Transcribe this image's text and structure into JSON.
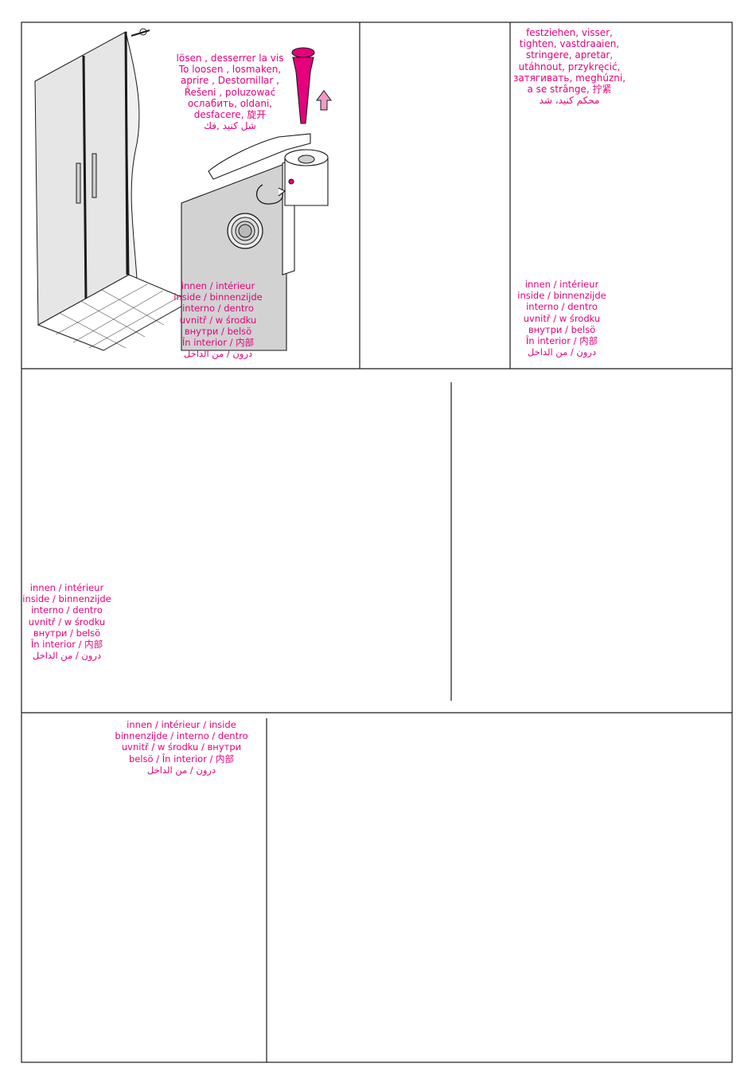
{
  "colors": {
    "magenta": "#e4007d",
    "light_magenta": "#f09cc8",
    "panel_gray": "#d2d2d2",
    "line": "#1a1a1a",
    "cross": "#9a9a9a"
  },
  "panel_1": {
    "loosen_lines": [
      "lösen , desserrer la vis",
      "To loosen , losmaken,",
      "aprire , Destornillar ,",
      "Řešeni , poluzować",
      "ослабить, oldani,",
      "desfacere, 旋开",
      "شل كنيد ,فك"
    ],
    "inside_lines": [
      "innen / intérieur",
      "inside / binnenzijde",
      "interno / dentro",
      "uvnitř / w środku",
      "внутри / belsö",
      "În interior / 内部",
      "درون / من الداخل"
    ]
  },
  "panel_3": {
    "tighten_lines": [
      "festziehen, visser,",
      "tighten, vastdraaien,",
      "stringere, apretar,",
      "utáhnout, przykręcić,",
      "затягивать, meghúzni,",
      "a se strânge, 拧紧",
      "محكم كنيد، شد"
    ],
    "inside_lines": [
      "innen / intérieur",
      "inside / binnenzijde",
      "interno / dentro",
      "uvnitř / w środku",
      "внутри / belsö",
      "În interior / 内部",
      "درون / من الداخل"
    ]
  },
  "panel_4": {
    "inside_lines": [
      "innen / intérieur",
      "inside / binnenzijde",
      "interno / dentro",
      "uvnitř / w środku",
      "внутри / belsö",
      "În interior / 内部",
      "درون / من الداخل"
    ]
  },
  "panel_7": {
    "inside_lines": [
      "innen / intérieur / inside",
      "binnenzijde / interno / dentro",
      "uvnitř / w środku / внутри",
      "belsö / În interior / 内部",
      "درون / من الداخل"
    ]
  },
  "icons": [
    "hex-key-icon",
    "wooden-block-icon",
    "cap-cover-icon",
    "end-cap-icon",
    "tile-grid-icon",
    "hook-clip-icon"
  ]
}
